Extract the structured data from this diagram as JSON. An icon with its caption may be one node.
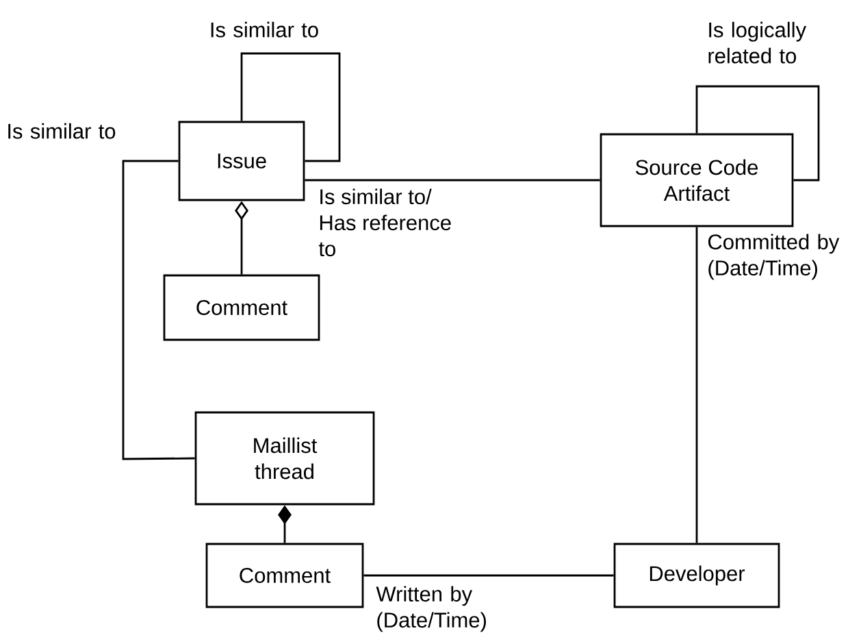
{
  "diagram": {
    "nodes": [
      {
        "text": [
          "Issue"
        ]
      },
      {
        "text": [
          "Source Code Artifact"
        ]
      },
      {
        "text": [
          "Comment"
        ]
      },
      {
        "text": [
          "Maillist thread"
        ]
      },
      {
        "text": [
          "Comment"
        ]
      },
      {
        "text": [
          "Developer"
        ]
      }
    ],
    "edges": [
      {
        "from": 0,
        "to": 0,
        "arrow": "none",
        "label": "Is similar to"
      },
      {
        "from": 0,
        "to": 1,
        "arrow": "none",
        "label": "Is similar to/ Has reference to"
      },
      {
        "from": 0,
        "to": 2,
        "arrow": "other"
      },
      {
        "from": 0,
        "to": 3,
        "arrow": "none",
        "label": "Is similar to"
      },
      {
        "from": 1,
        "to": 1,
        "arrow": "none",
        "label": "Is logically related to"
      },
      {
        "from": 1,
        "to": 5,
        "arrow": "none",
        "label": "Committed by (Date/Time)"
      },
      {
        "from": 3,
        "to": 4,
        "arrow": "other"
      },
      {
        "from": 4,
        "to": 5,
        "arrow": "none",
        "label": "Written by (Date/Time)"
      }
    ]
  }
}
